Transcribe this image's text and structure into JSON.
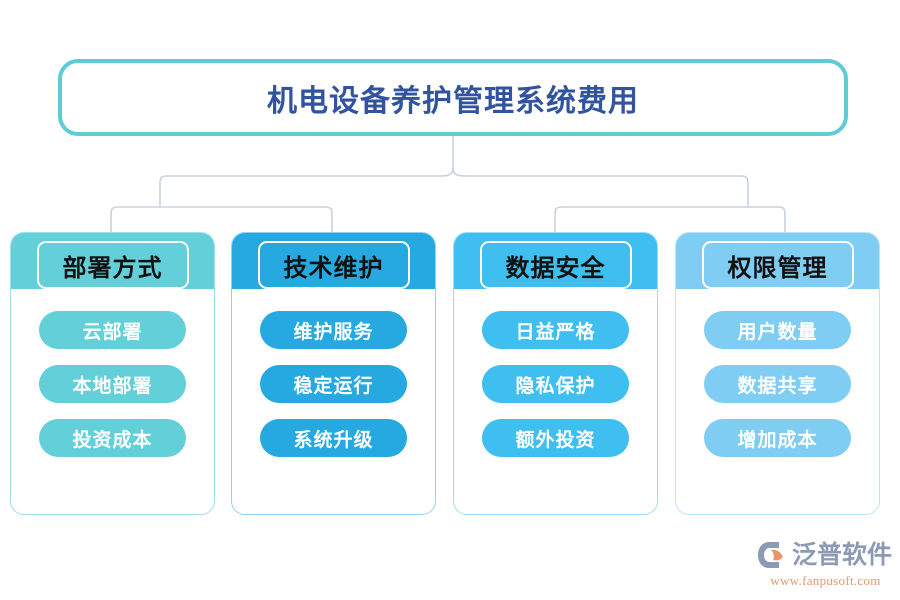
{
  "title": {
    "text": "机电设备养护管理系统费用",
    "text_color": "#32539F",
    "border_color": "#5ECBD7"
  },
  "connector_color": "#C7D2E0",
  "columns": [
    {
      "header": "部署方式",
      "color": "#63CFD9",
      "items": [
        "云部署",
        "本地部署",
        "投资成本"
      ]
    },
    {
      "header": "技术维护",
      "color": "#26A9E0",
      "items": [
        "维护服务",
        "稳定运行",
        "系统升级"
      ]
    },
    {
      "header": "数据安全",
      "color": "#3FBFEF",
      "items": [
        "日益严格",
        "隐私保护",
        "额外投资"
      ]
    },
    {
      "header": "权限管理",
      "color": "#7FCDF2",
      "items": [
        "用户数量",
        "数据共享",
        "增加成本"
      ]
    }
  ],
  "logo": {
    "name": "泛普软件",
    "url": "www.fanpusoft.com",
    "name_color": "#8C9AB5",
    "url_color": "#E8956B",
    "mark_color": "#8C9AB5",
    "mark_accent_color": "#E8956B"
  }
}
